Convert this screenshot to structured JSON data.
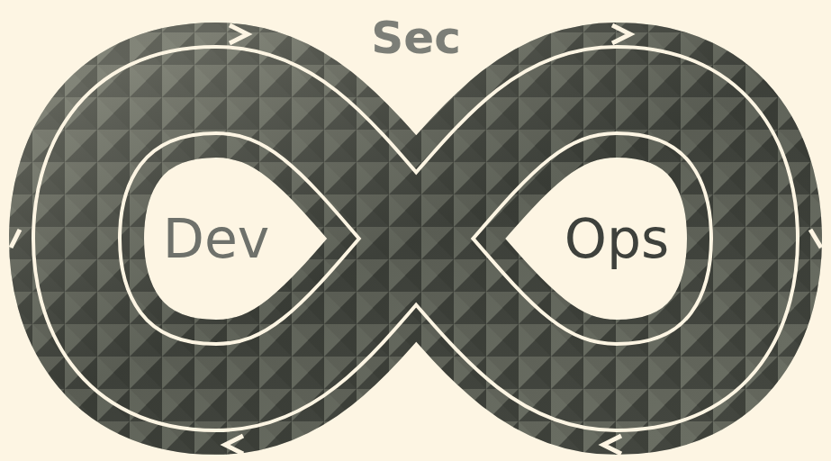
{
  "diagram": {
    "nodes": [
      {
        "text": [
          "Dev"
        ]
      },
      {
        "text": [
          "Ops"
        ]
      }
    ],
    "labels": [
      "Sec"
    ]
  }
}
